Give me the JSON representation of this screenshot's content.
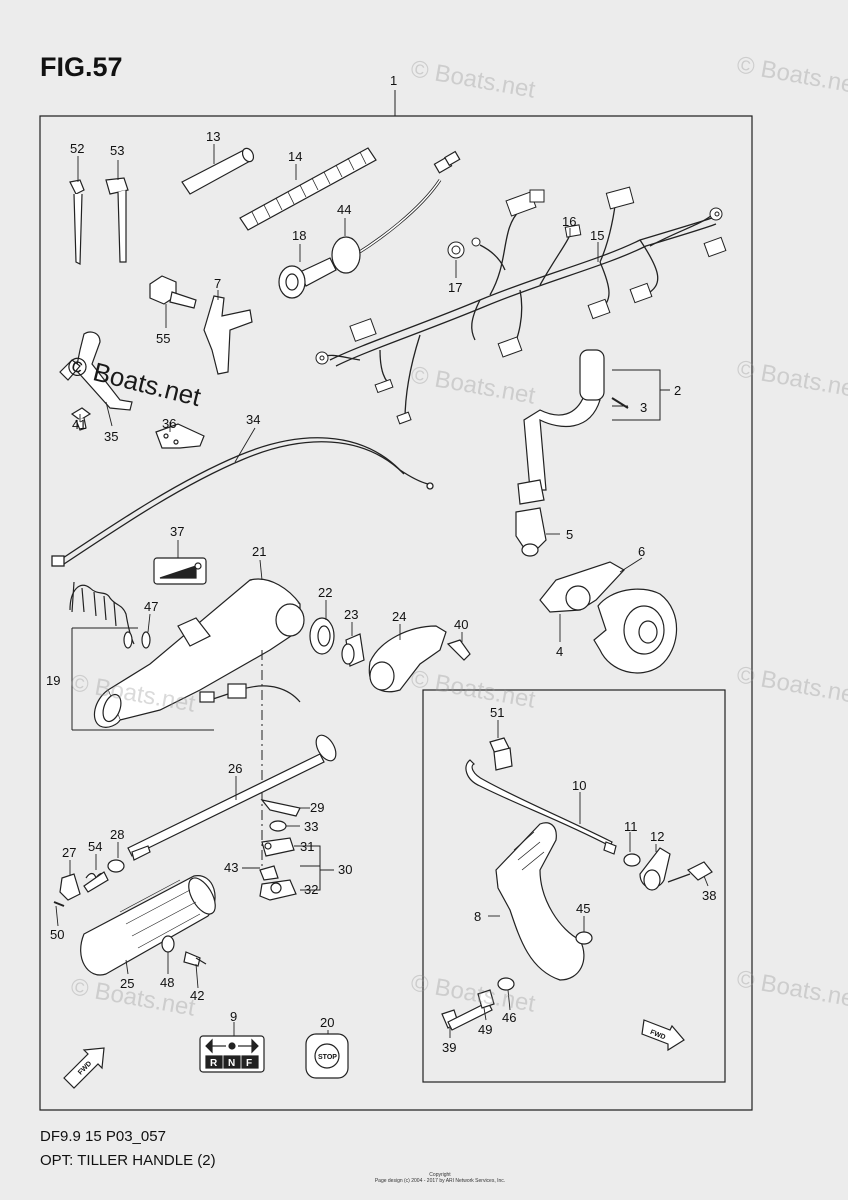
{
  "figure": {
    "title": "FIG.57"
  },
  "footer": {
    "model": "DF9.9 15 P03_057",
    "option": "OPT: TILLER HANDLE (2)"
  },
  "copyright": {
    "line1": "Copyright",
    "line2": "Page design (c) 2004 - 2017 by ARI Network Services, Inc."
  },
  "watermark": {
    "text": "© Boats.net"
  },
  "labels": {
    "p1": "1",
    "p2": "2",
    "p3": "3",
    "p4": "4",
    "p5": "5",
    "p6": "6",
    "p7": "7",
    "p8": "8",
    "p9": "9",
    "p10": "10",
    "p11": "11",
    "p12": "12",
    "p13": "13",
    "p14": "14",
    "p15": "15",
    "p16": "16",
    "p17": "17",
    "p18": "18",
    "p19": "19",
    "p20": "20",
    "p21": "21",
    "p22": "22",
    "p23": "23",
    "p24": "24",
    "p25": "25",
    "p26": "26",
    "p27": "27",
    "p28": "28",
    "p29": "29",
    "p30": "30",
    "p31": "31",
    "p32": "32",
    "p33": "33",
    "p34": "34",
    "p35": "35",
    "p36": "36",
    "p37": "37",
    "p38": "38",
    "p39": "39",
    "p40": "40",
    "p41": "41",
    "p42": "42",
    "p43": "43",
    "p44": "44",
    "p45": "45",
    "p46": "46",
    "p47": "47",
    "p48": "48",
    "p49": "49",
    "p50": "50",
    "p51": "51",
    "p52": "52",
    "p53": "53",
    "p54": "54",
    "p55": "55"
  },
  "decals": {
    "gear_r": "R",
    "gear_n": "N",
    "gear_f": "F",
    "stop": "STOP",
    "fwd": "FWD"
  }
}
